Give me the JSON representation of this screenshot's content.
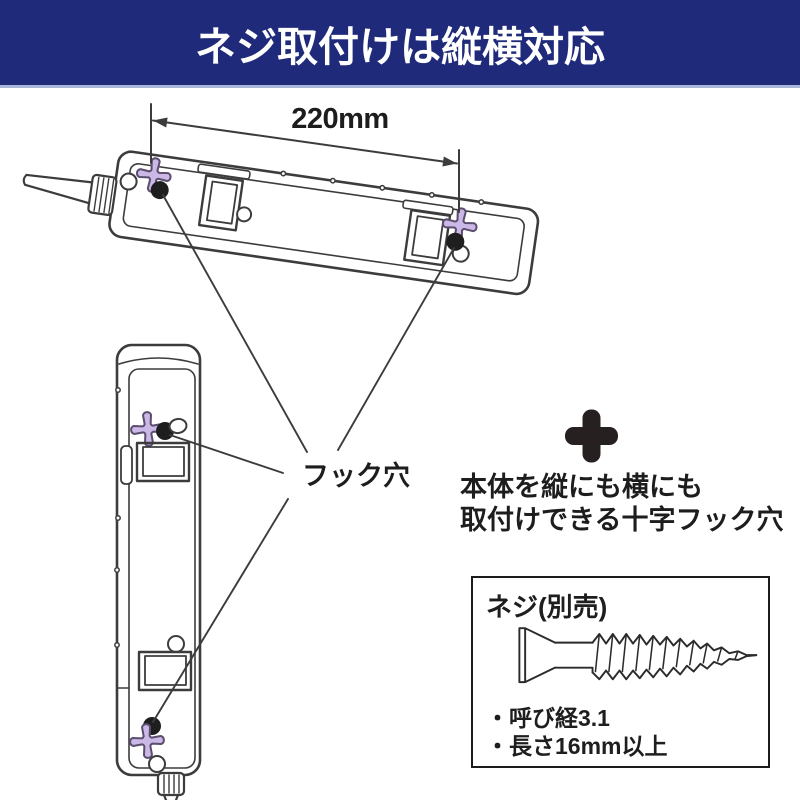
{
  "header": {
    "title": "ネジ取付けは縦横対応"
  },
  "dimension": {
    "label": "220mm"
  },
  "callout": {
    "label": "フック穴"
  },
  "feature": {
    "line1": "本体を縦にも横にも",
    "line2": "取付けできる十字フック穴"
  },
  "screw_box": {
    "title": "ネジ(別売)",
    "bullets": [
      "・呼び経3.1",
      "・長さ16mm以上"
    ]
  },
  "colors": {
    "header_bg": "#1f2a7a",
    "header_text": "#ffffff",
    "line_art": "#3c3c3c",
    "hook_hole_fill": "#cbb8e6",
    "hook_hole_stroke": "#5a4d6e",
    "plus_icon": "#262120",
    "dot": "#1e1e1e"
  }
}
